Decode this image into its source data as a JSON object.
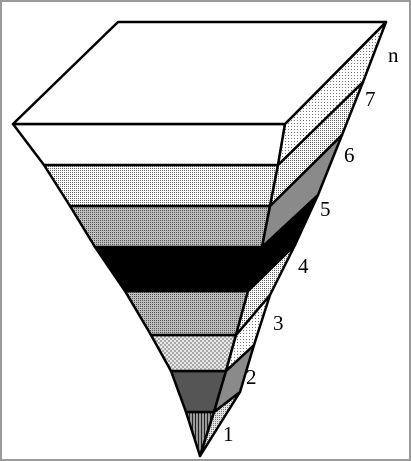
{
  "diagram": {
    "layer_labels": [
      "1",
      "2",
      "3",
      "4",
      "5",
      "6",
      "7",
      "n"
    ],
    "layer_fills": [
      {
        "layer": "1",
        "front": "gray-hatch",
        "side": "light-gray-dots"
      },
      {
        "layer": "2",
        "front": "dark-gray",
        "side": "gray"
      },
      {
        "layer": "3",
        "front": "light-gray-crosshatch",
        "side": "light-gray-dots"
      },
      {
        "layer": "4",
        "front": "gray-dots",
        "side": "light-dots"
      },
      {
        "layer": "5",
        "front": "black",
        "side": "black"
      },
      {
        "layer": "6",
        "front": "gray-dots",
        "side": "dark-gray"
      },
      {
        "layer": "7",
        "front": "light-gray-dots",
        "side": "light-gray-dots"
      },
      {
        "layer": "n",
        "front": "white",
        "side": "light-dots"
      }
    ],
    "colors": {
      "outline": "#000000",
      "background": "#ffffff",
      "frame": "#9a9a9a",
      "dark_gray": "#555555",
      "mid_gray": "#8a8a8a",
      "light_gray": "#c8c8c8"
    }
  }
}
